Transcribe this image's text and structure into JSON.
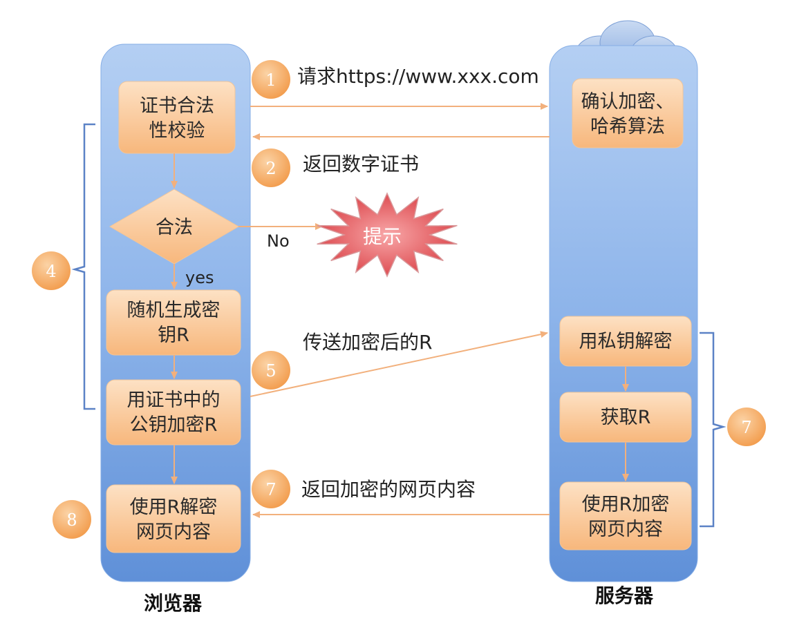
{
  "browser": {
    "title": "浏览器",
    "steps": {
      "verify_line1": "证书合法",
      "verify_line2": "性校验",
      "decision": "合法",
      "random_line1": "随机生成密",
      "random_line2": "钥R",
      "encrypt_line1": "用证书中的",
      "encrypt_line2": "公钥加密R",
      "decrypt_line1": "使用R解密",
      "decrypt_line2": "网页内容"
    }
  },
  "server": {
    "title": "服务器",
    "steps": {
      "confirm_line1": "确认加密、",
      "confirm_line2": "哈希算法",
      "private_decrypt": "用私钥解密",
      "get_r": "获取R",
      "encrypt_line1": "使用R加密",
      "encrypt_line2": "网页内容"
    }
  },
  "arrows": {
    "request": "请求https://www.xxx.com",
    "return_cert": "返回数字证书",
    "send_r": "传送加密后的R",
    "return_content": "返回加密的网页内容",
    "no": "No",
    "yes": "yes"
  },
  "alert": "提示",
  "badges": {
    "b1": "1",
    "b2": "2",
    "b4": "4",
    "b5": "5",
    "b7_mid": "7",
    "b7_right": "7",
    "b8": "8"
  },
  "colors": {
    "column": "#8db4ea",
    "box": "#fbc08a",
    "arrow": "#f2b07c",
    "badge": "#f6a75b",
    "bracket": "#5b82c6",
    "alert": "#e0474c"
  }
}
